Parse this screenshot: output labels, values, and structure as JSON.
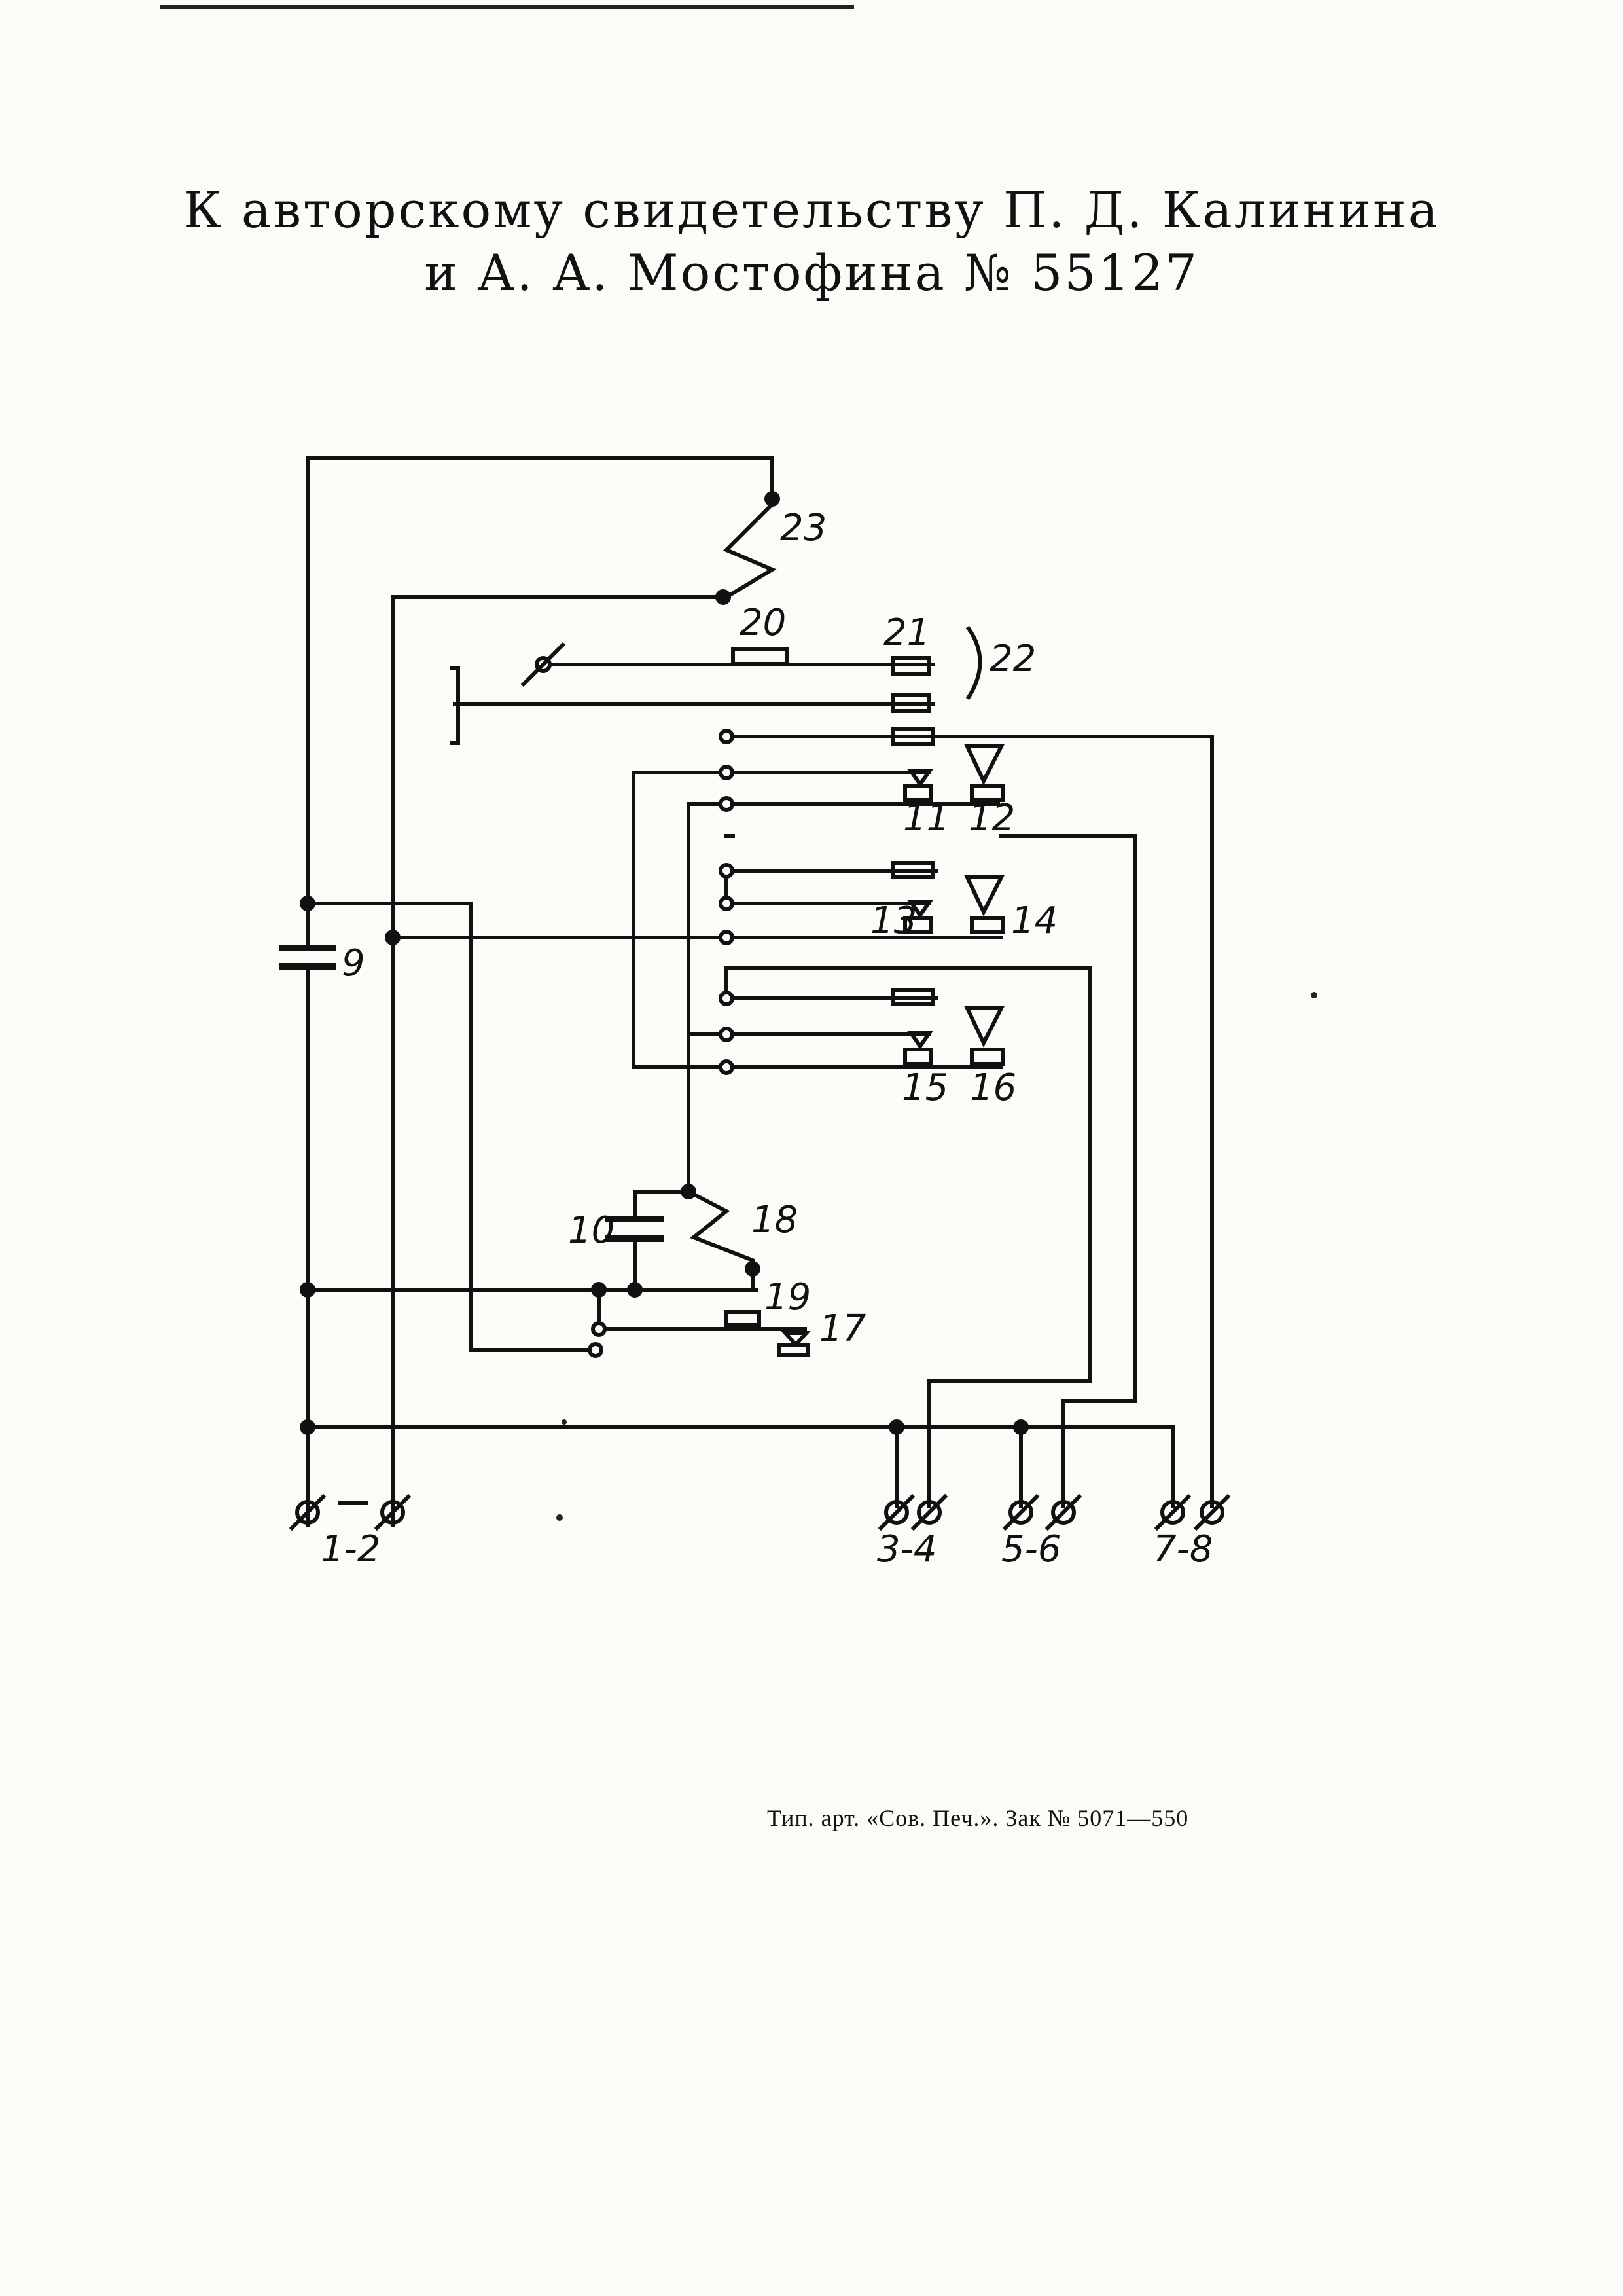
{
  "title": {
    "line1": "К авторскому свидетельству П. Д. Калинина",
    "line2": "и А. А. Мостофина № 55127"
  },
  "diagram": {
    "component_labels": {
      "capacitor_9": "9",
      "capacitor_10": "10",
      "coil_23": "23",
      "coil_18": "18",
      "contact_20": "20",
      "contact_21": "21",
      "contact_22": "22",
      "contact_11": "11",
      "contact_12": "12",
      "contact_13": "13",
      "contact_14": "14",
      "contact_15": "15",
      "contact_16": "16",
      "contact_17": "17",
      "contact_19": "19"
    },
    "terminal_labels": [
      "1-2",
      "3-4",
      "5-6",
      "7-8"
    ]
  },
  "imprint": "Тип. арт. «Сов. Печ.». Зак № 5071—550"
}
